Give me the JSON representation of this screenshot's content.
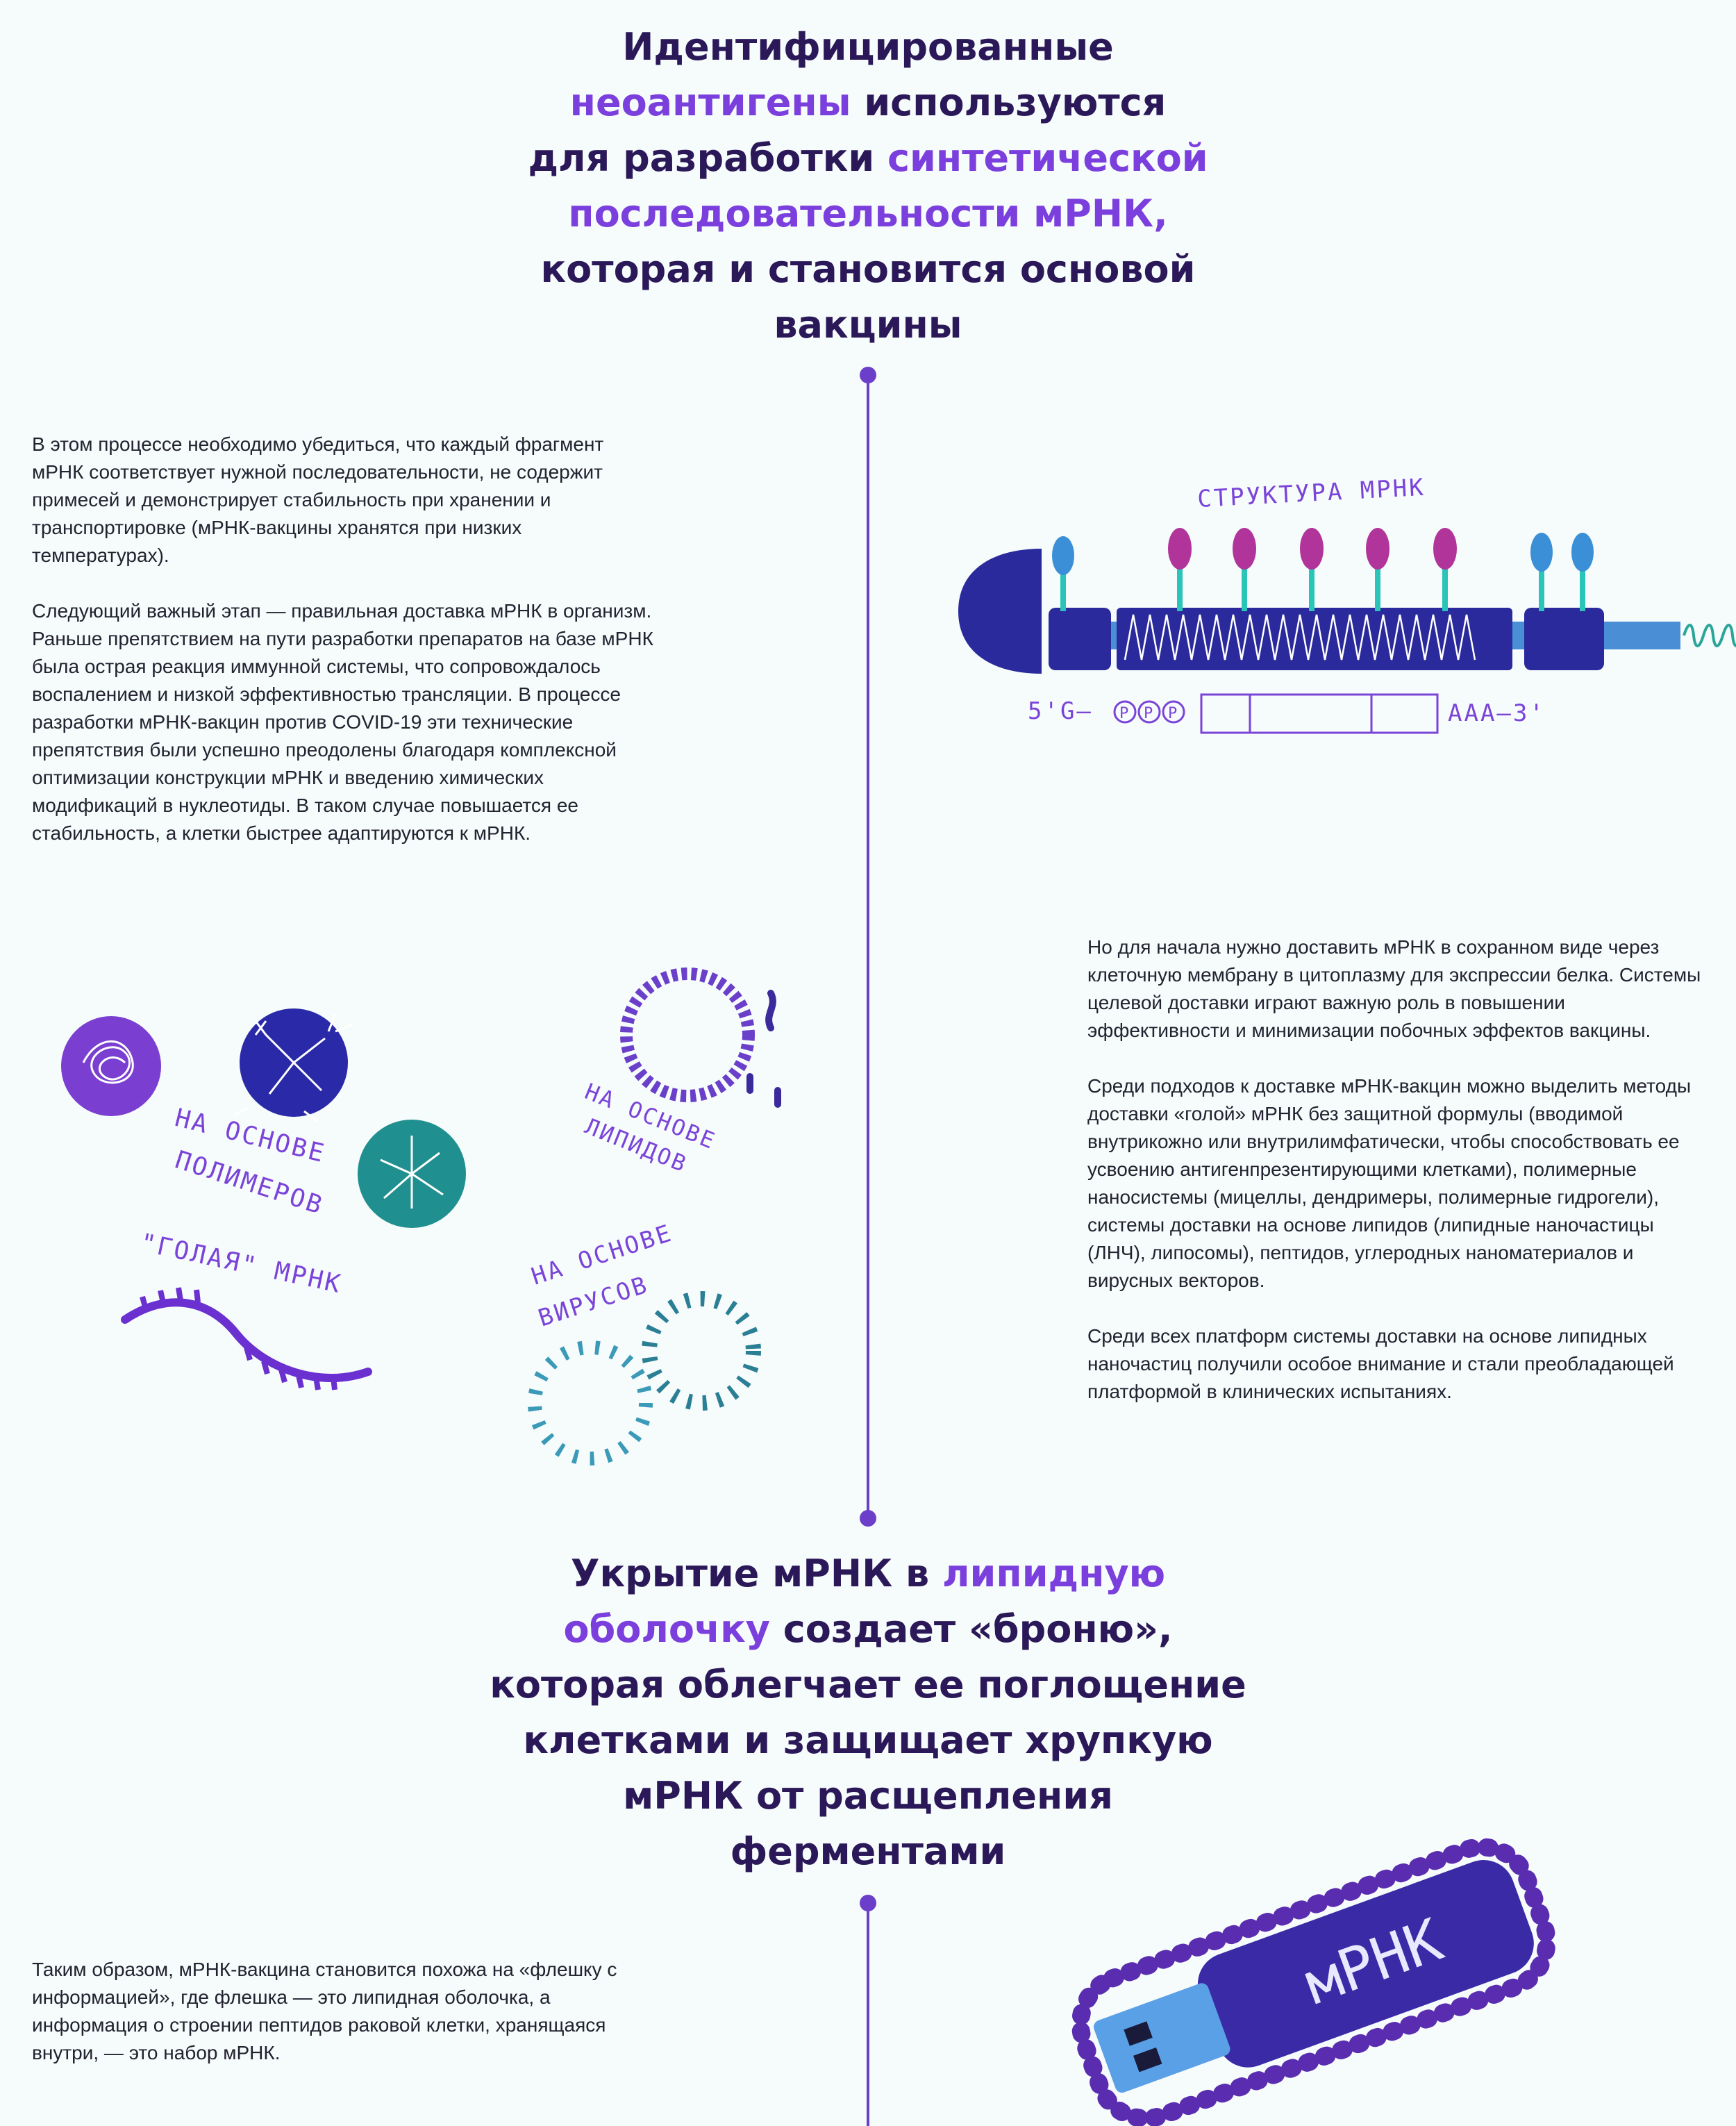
{
  "heading1": {
    "line1": "Идентифицированные",
    "line2_accent": "неоантигены",
    "line2_rest": " используются",
    "line3_plain": "для разработки ",
    "line3_accent": "синтетической",
    "line4_accent": "последовательности мРНК,",
    "line5": "которая и становится основой",
    "line6": "вакцины"
  },
  "left_text": {
    "p1": "В этом процессе необходимо убедиться, что каждый фрагмент мРНК соответствует нужной последовательности, не содержит примесей и демонстрирует стабильность при хранении и транспортировке (мРНК-вакцины хранятся при низких температурах).",
    "p2": "Следующий важный этап — правильная доставка мРНК в организм. Раньше препятствием на пути разработки препаратов на базе мРНК была острая реакция иммунной системы, что сопровождалось воспалением и низкой эффективностью трансляции. В процессе разработки мРНК-вакцин против COVID-19 эти технические препятствия были успешно преодолены благодаря комплексной оптимизации конструкции мРНК и введению химических модификаций в нуклеотиды. В таком случае повышается ее стабильность, а клетки быстрее адаптируются к мРНК."
  },
  "mrna_diagram": {
    "title": "СТРУКТУРА МРНК",
    "five_prime": "5'G–",
    "phosphates": [
      "P",
      "P",
      "P"
    ],
    "three_prime": "AAA–3'"
  },
  "right_text": {
    "p1": "Но для начала нужно доставить мРНК в сохранном виде через клеточную мембрану в цитоплазму для экспрессии белка. Системы целевой доставки играют важную роль в повышении эффективности и минимизации побочных эффектов вакцины.",
    "p2": "Среди подходов к доставке мРНК-вакцин можно выделить методы доставки «голой» мРНК без защитной формулы (вводимой внутрикожно или внутрилимфатически, чтобы способствовать ее усвоению антигенпрезентирующими клетками), полимерные наносистемы (мицеллы, дендримеры, полимерные гидрогели), системы доставки на основе липидов (липидные наночастицы (ЛНЧ), липосомы), пептидов, углеродных наноматериалов и вирусных векторов.",
    "p3": "Среди всех платформ системы доставки на основе липидных наночастиц получили особое внимание и стали преобладающей платформой в клинических испытаниях."
  },
  "delivery_labels": {
    "polymers_1": "НА ОСНОВЕ",
    "polymers_2": "ПОЛИМЕРОВ",
    "lipids_1": "НА ОСНОВЕ",
    "lipids_2": "ЛИПИДОВ",
    "naked": "\"ГОЛАЯ\" МРНК",
    "viruses_1": "НА ОСНОВЕ",
    "viruses_2": "ВИРУСОВ"
  },
  "heading2": {
    "line1_plain": "Укрытие мРНК в ",
    "line1_accent": "липидную",
    "line2_accent": "оболочку",
    "line2_rest": " создает «броню»,",
    "line3": "которая облегчает ее поглощение",
    "line4": "клетками и защищает хрупкую",
    "line5": "мРНК от расщепления",
    "line6": "ферментами"
  },
  "bottom_text": {
    "p1": "Таким образом, мРНК-вакцина становится похожа на «флешку с информацией», где флешка — это липидная оболочка, а информация о строении пептидов раковой клетки, хранящаяся внутри, — это набор мРНК."
  },
  "usb_label": "мРНК",
  "colors": {
    "accent": "#7a3fdc",
    "heading": "#2b1858",
    "timeline": "#6b3fc9",
    "navy": "#2a2a9c",
    "magenta": "#b0349a",
    "teal": "#2aa59a"
  }
}
